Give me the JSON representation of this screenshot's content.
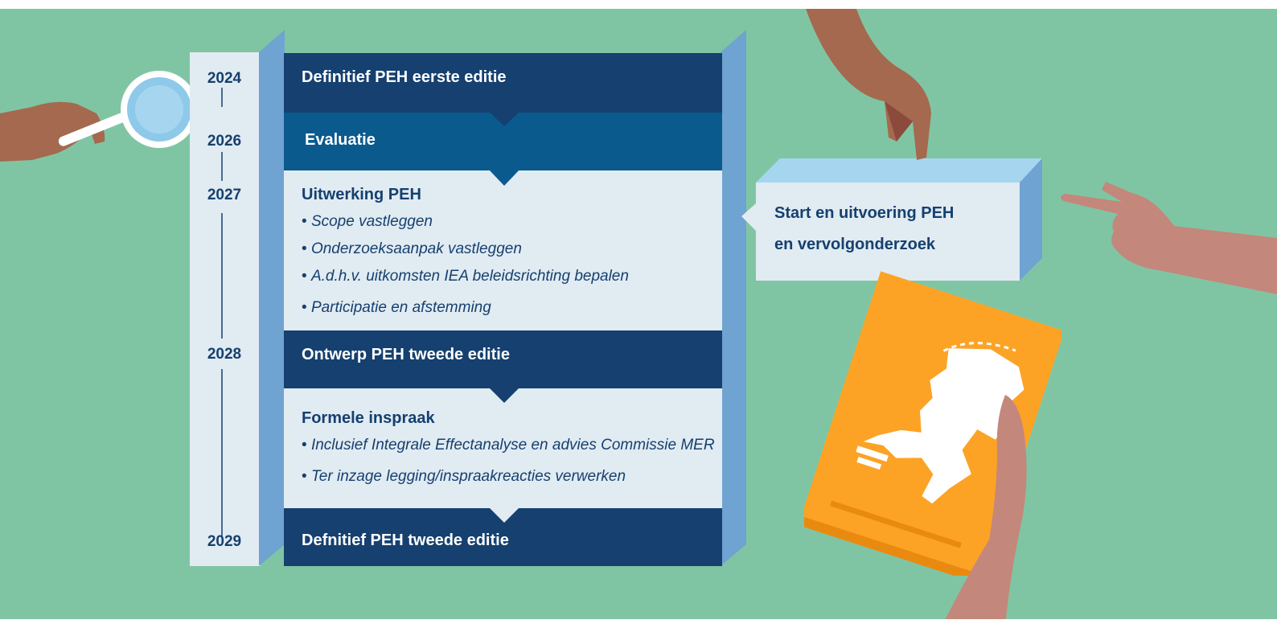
{
  "timeline": {
    "years": [
      "2024",
      "2026",
      "2027",
      "2028",
      "2029"
    ],
    "phases": [
      {
        "title": "Definitief PEH eerste editie",
        "bullets": []
      },
      {
        "title": "Evaluatie",
        "bullets": []
      },
      {
        "title": "Uitwerking PEH",
        "bullets": [
          "Scope vastleggen",
          "Onderzoeksaanpak vastleggen",
          "A.d.h.v. uitkomsten IEA beleidsrichting bepalen",
          "Participatie en afstemming"
        ]
      },
      {
        "title": "Ontwerp PEH tweede editie",
        "bullets": []
      },
      {
        "title": "Formele inspraak",
        "bullets": [
          "Inclusief Integrale Effectanalyse en advies Commissie MER",
          "Ter inzage legging/inspraakreacties verwerken"
        ]
      },
      {
        "title": "Defnitief PEH tweede editie",
        "bullets": []
      }
    ]
  },
  "callout": {
    "line1": "Start en uitvoering PEH",
    "line2": "en vervolgonderzoek"
  },
  "colors": {
    "background": "#80c5a3",
    "dark_blue": "#15406f",
    "mid_blue": "#0a5a8e",
    "light_panel": "#e1ebf2",
    "side_blue": "#6fa3d1",
    "book_orange": "#fca326"
  },
  "icons": [
    "magnifying-glass-icon",
    "netherlands-map-icon",
    "hand-icon"
  ]
}
